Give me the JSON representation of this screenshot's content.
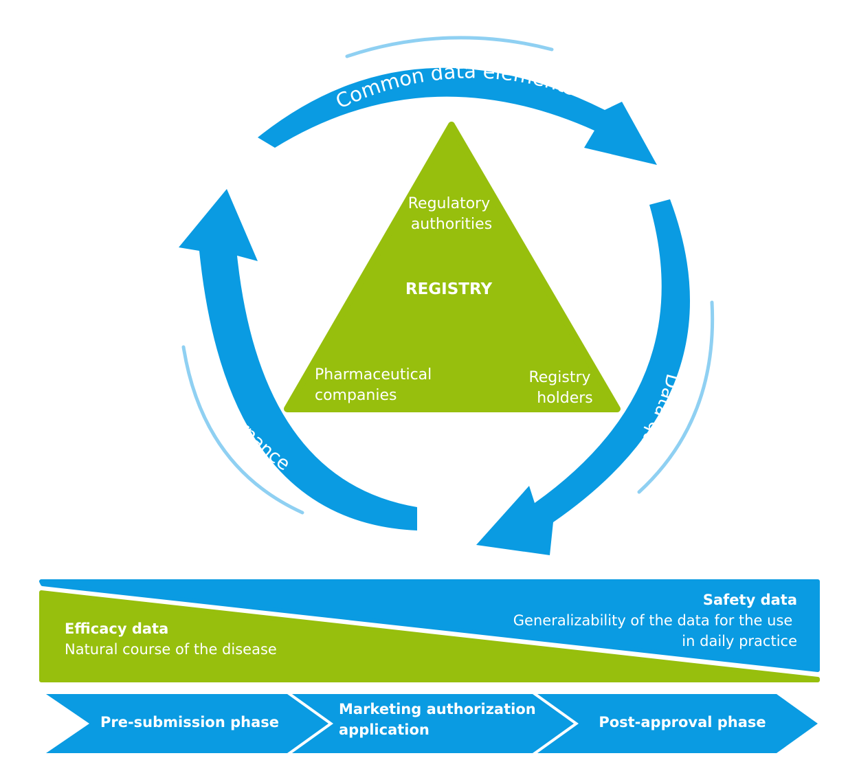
{
  "colors": {
    "blue": "#0a9be2",
    "light_blue": "#8fd0f2",
    "green": "#97bf0d",
    "text": "#ffffff"
  },
  "cycle": {
    "top_label": "Common data elements",
    "right_label": "Data quality",
    "left_label": "Governance"
  },
  "triangle": {
    "center": "REGISTRY",
    "top": [
      "Regulatory",
      "authorities"
    ],
    "bottom_left": [
      "Pharmaceutical",
      "companies"
    ],
    "bottom_right": [
      "Registry",
      "holders"
    ]
  },
  "bands": {
    "safety": {
      "title": "Safety data",
      "lines": [
        "Generalizability of the data for the use",
        "in daily practice"
      ]
    },
    "efficacy": {
      "title": "Efficacy data",
      "subtitle": "Natural course of the disease"
    }
  },
  "phases": [
    {
      "lines": [
        "Pre-submission phase"
      ]
    },
    {
      "lines": [
        "Marketing authorization",
        "application"
      ]
    },
    {
      "lines": [
        "Post-approval phase"
      ]
    }
  ]
}
